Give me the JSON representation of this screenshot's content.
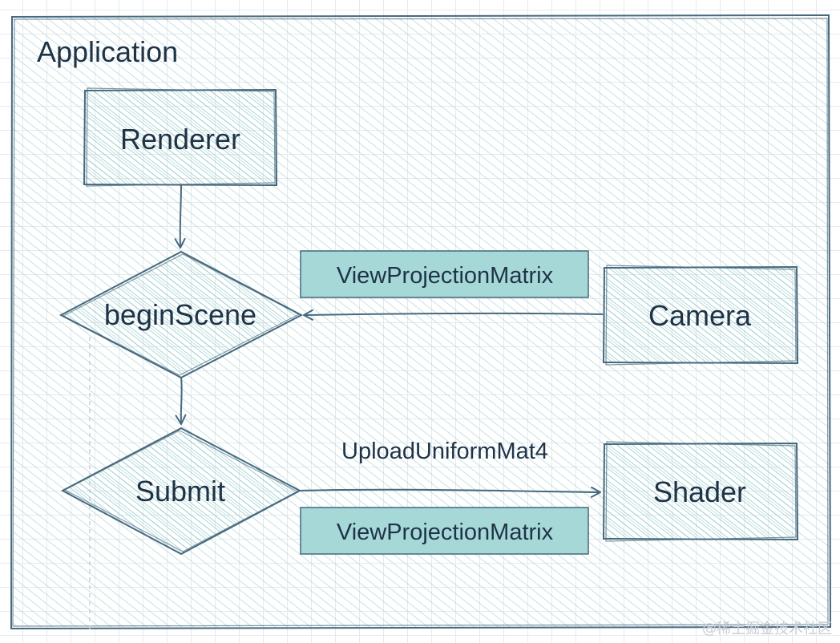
{
  "colors": {
    "stroke": "#47697e",
    "hatch": "#9fd0d0",
    "label_fill": "#a6d8d8",
    "text": "#1f3347",
    "grid": "#e6eaee"
  },
  "container": {
    "title": "Application"
  },
  "nodes": {
    "renderer": "Renderer",
    "begin_scene": "beginScene",
    "submit": "Submit",
    "camera": "Camera",
    "shader": "Shader"
  },
  "edge_labels": {
    "camera_to_begin_scene": "ViewProjectionMatrix",
    "submit_to_shader_top": "UploadUniformMat4",
    "submit_to_shader_bottom": "ViewProjectionMatrix"
  },
  "watermark": "@稀土掘金技术社区"
}
